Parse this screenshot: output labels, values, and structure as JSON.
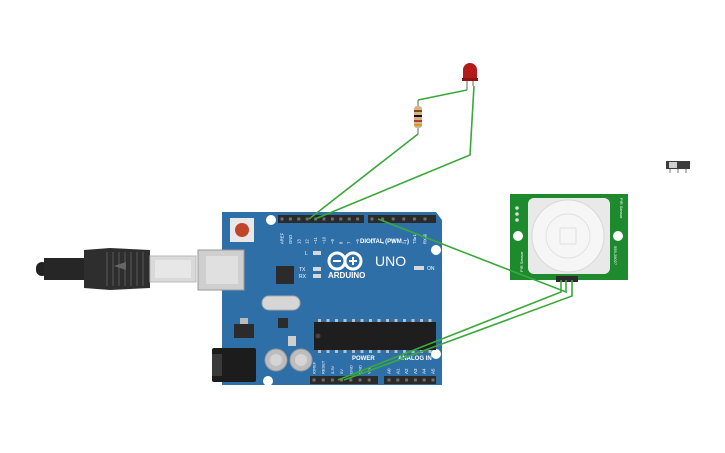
{
  "board": {
    "brand": "ARDUINO",
    "model": "UNO",
    "digital_header": "DIGITAL (PWM ~)",
    "power_header": "POWER",
    "analog_header": "ANALOG IN",
    "on_label": "ON",
    "l_label": "L",
    "tx_label": "TX",
    "rx_label": "RX",
    "digital_pins": [
      "AREF",
      "GND",
      "13",
      "12",
      "~11",
      "~10",
      "~9",
      "8",
      "7",
      "~6",
      "~5",
      "4",
      "~3",
      "2",
      "TX▸1",
      "RX◂0"
    ],
    "power_pins": [
      "IOREF",
      "RESET",
      "3.3V",
      "5V",
      "GND",
      "GND",
      "Vin"
    ],
    "analog_pins": [
      "A0",
      "A1",
      "A2",
      "A3",
      "A4",
      "A5"
    ]
  },
  "pir_sensor": {
    "label_left": "PIR Sensor",
    "label_right_1": "PIR Sensor",
    "label_right_2": "555-28027"
  },
  "colors": {
    "board": "#2f6fa8",
    "board_dark": "#1f4f7e",
    "header": "#2a2a2a",
    "wire": "#3aa83a",
    "pir_pcb": "#1d8a2e",
    "led": "#b31a1a",
    "usb_body": "#2b2b2b"
  },
  "icons": {
    "reset_button": "reset-button-icon",
    "usb_cable": "usb-cable-icon",
    "led": "led-icon",
    "resistor": "resistor-icon",
    "switch": "slide-switch-icon"
  }
}
